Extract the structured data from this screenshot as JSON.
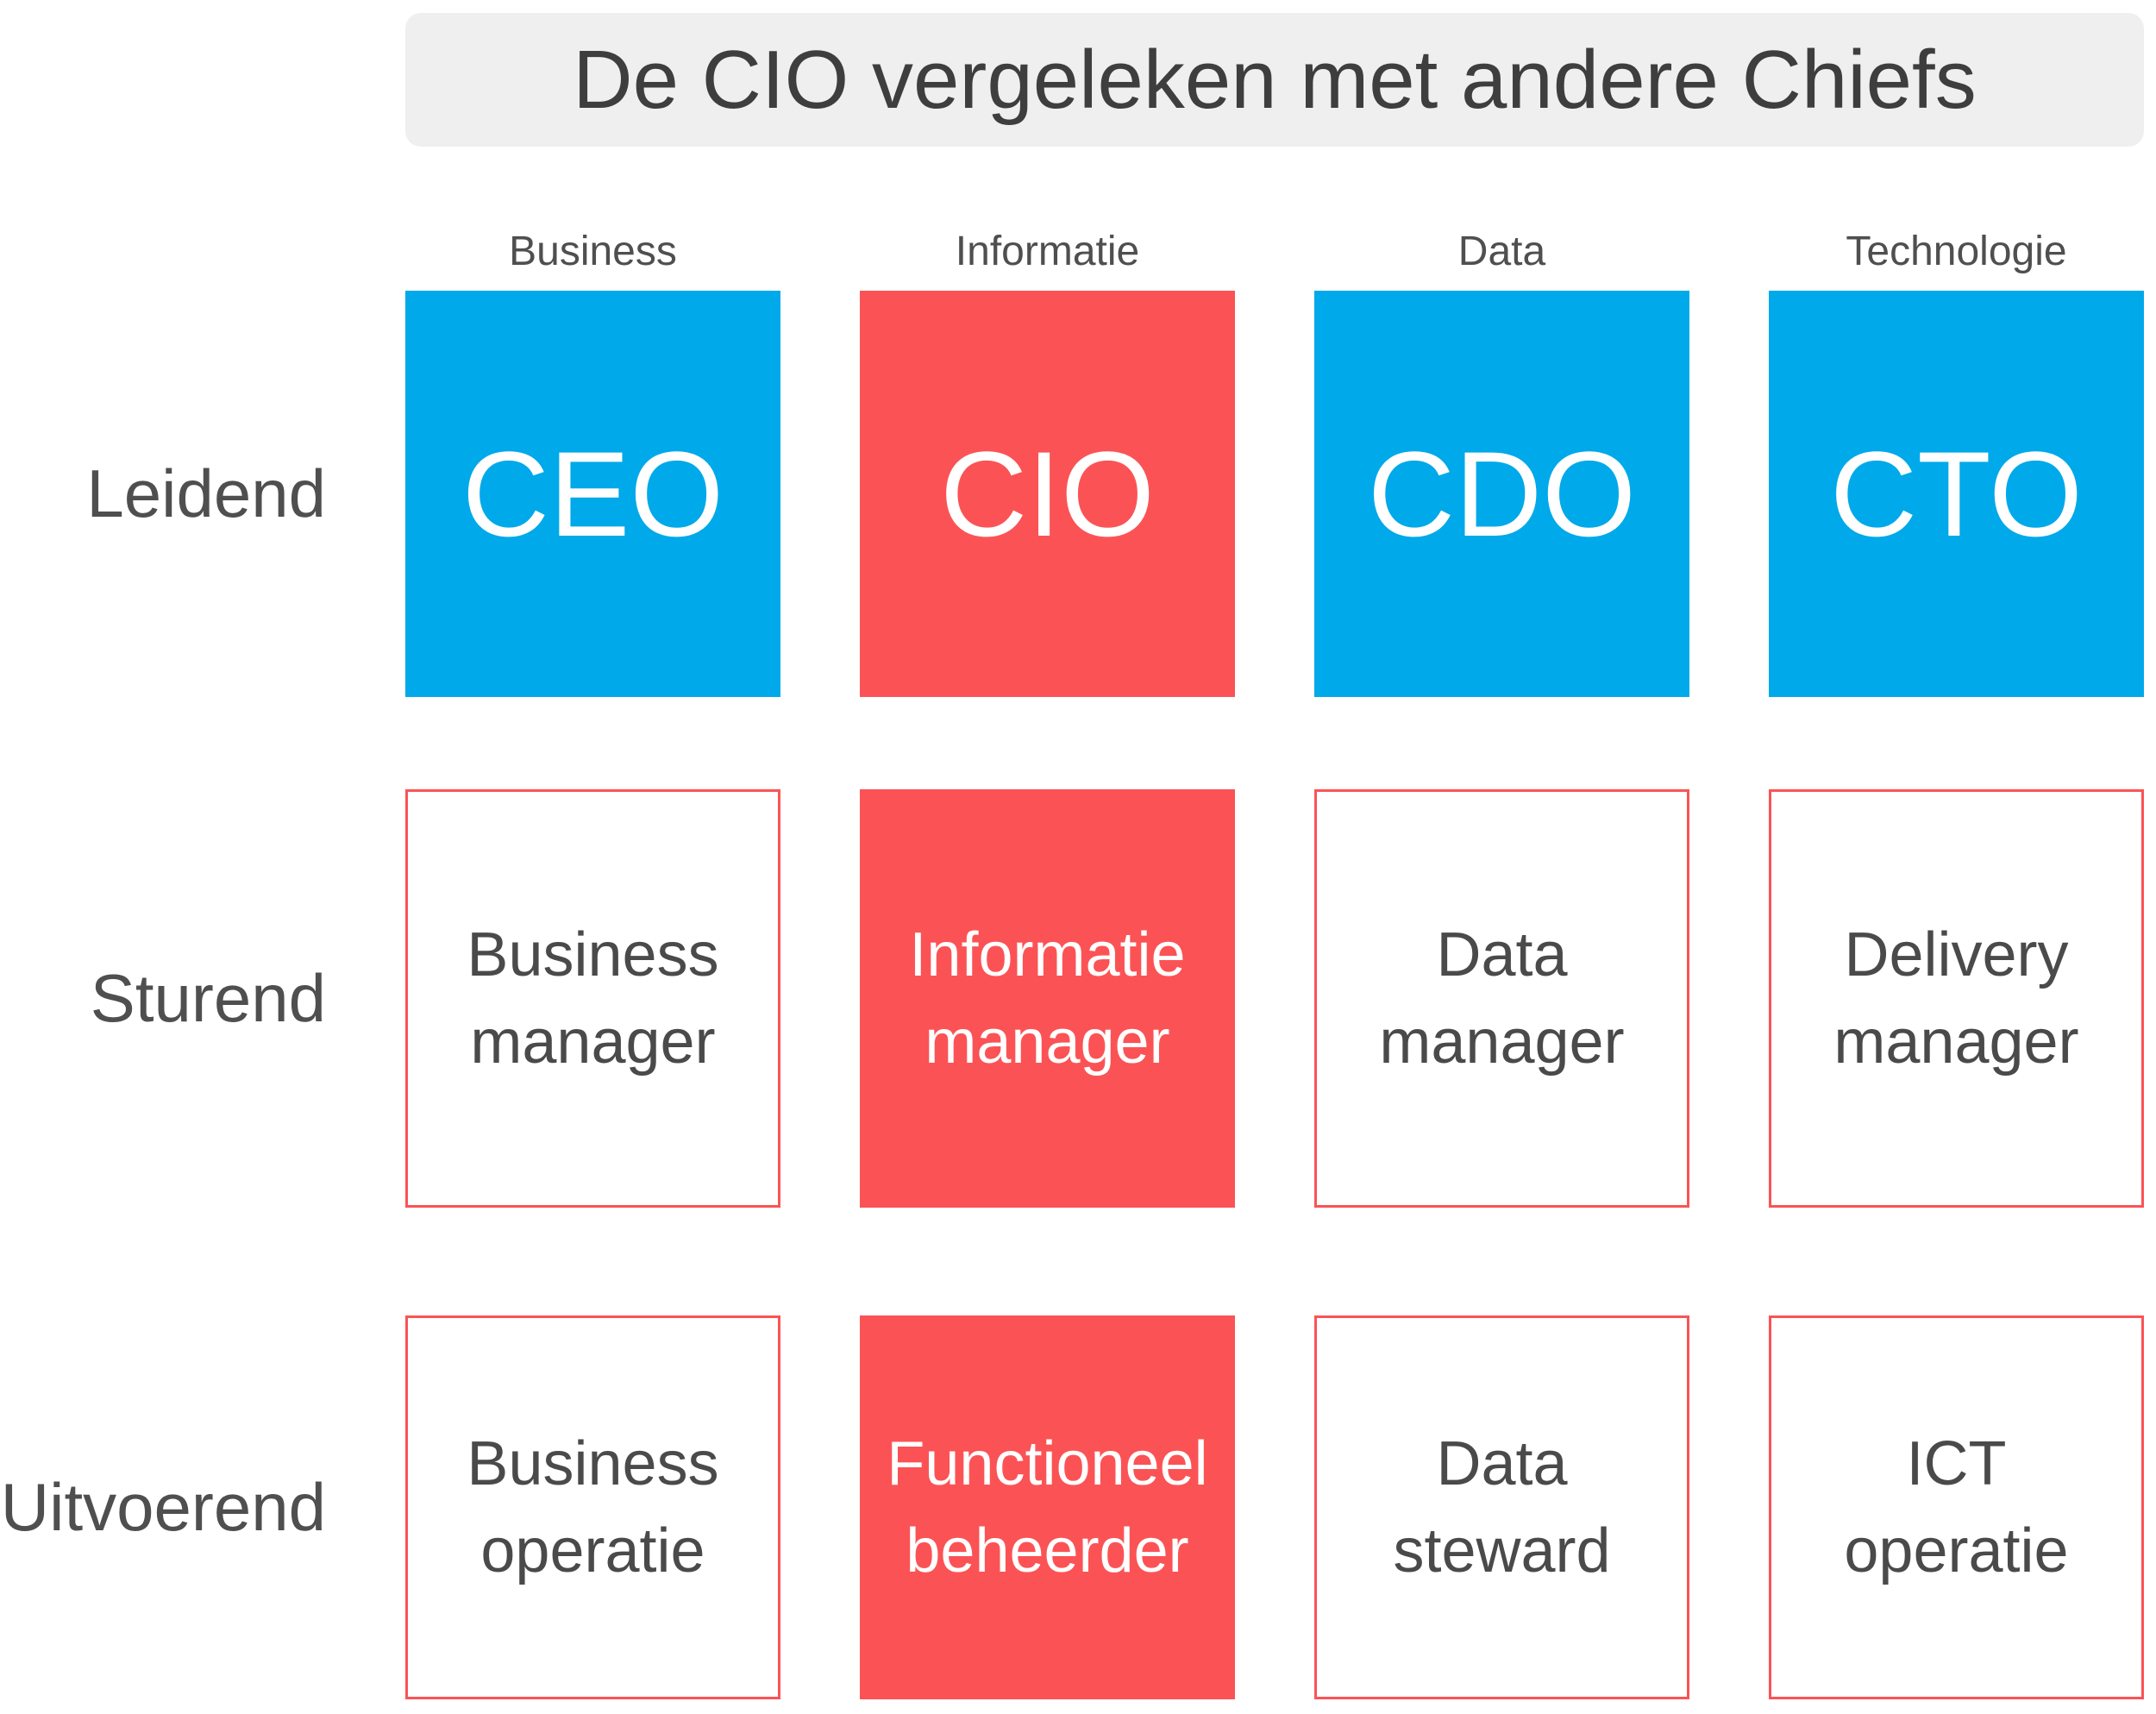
{
  "title": "De CIO vergeleken met andere Chiefs",
  "row_labels": {
    "leidend": "Leidend",
    "sturend": "Sturend",
    "uitvoerend": "Uitvoerend"
  },
  "columns": [
    {
      "header": "Business",
      "chief": "CEO",
      "manager": "Business manager",
      "operational": "Business operatie",
      "highlighted": false
    },
    {
      "header": "Informatie",
      "chief": "CIO",
      "manager": "Informatie manager",
      "operational": "Functioneel beheerder",
      "highlighted": true
    },
    {
      "header": "Data",
      "chief": "CDO",
      "manager": "Data manager",
      "operational": "Data steward",
      "highlighted": false
    },
    {
      "header": "Technologie",
      "chief": "CTO",
      "manager": "Delivery manager",
      "operational": "ICT operatie",
      "highlighted": false
    }
  ],
  "colors": {
    "blue": "#00A9E9",
    "red": "#FB5355",
    "title_background": "#EFEFEF",
    "title_text": "#3E3E3E",
    "label_text": "#4F4F4F",
    "cell_text": "#4A4A4A"
  }
}
